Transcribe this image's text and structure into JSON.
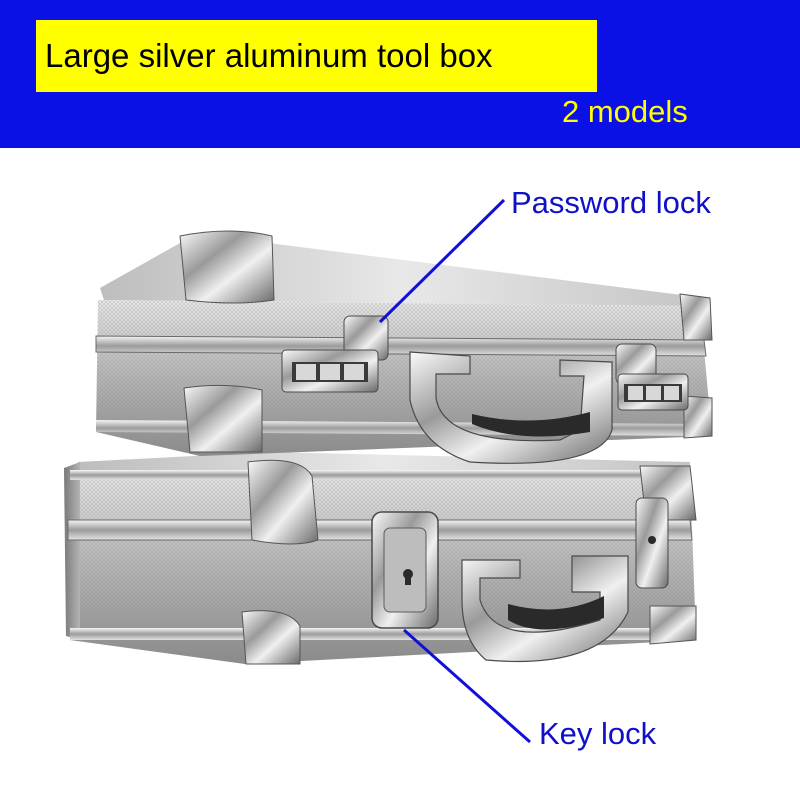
{
  "colors": {
    "banner_bg": "#0a10e6",
    "title_bg": "#ffff00",
    "subtitle_text": "#ffff00",
    "callout_text": "#1010c8",
    "callout_line": "#1010d8",
    "aluminum_light": "#dcdcdc",
    "aluminum_mid": "#a8a8a8",
    "aluminum_dark": "#6e6e6e",
    "chrome_highlight": "#f4f4f4",
    "handle_grip": "#2a2a2a"
  },
  "header": {
    "title": "Large silver aluminum tool box",
    "subtitle": "2 models"
  },
  "callouts": {
    "password_lock": "Password lock",
    "key_lock": "Key lock"
  },
  "product": {
    "upper_case": {
      "lock_type": "combination",
      "combination_digits": 3
    },
    "lower_case": {
      "lock_type": "key"
    }
  }
}
